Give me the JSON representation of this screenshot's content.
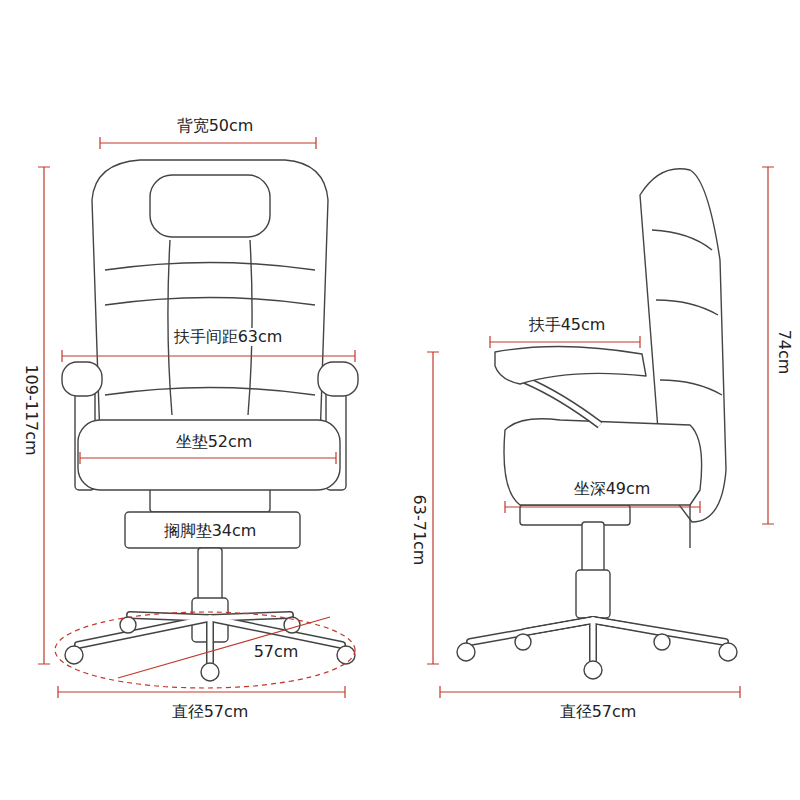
{
  "diagram": {
    "labels": [
      "背宽50cm",
      "109-117cm",
      "扶手间距63cm",
      "坐垫52cm",
      "搁脚垫34cm",
      "57cm",
      "直径57cm",
      "扶手45cm",
      "坐深49cm",
      "63-71cm",
      "74cm",
      "直径57cm"
    ]
  }
}
